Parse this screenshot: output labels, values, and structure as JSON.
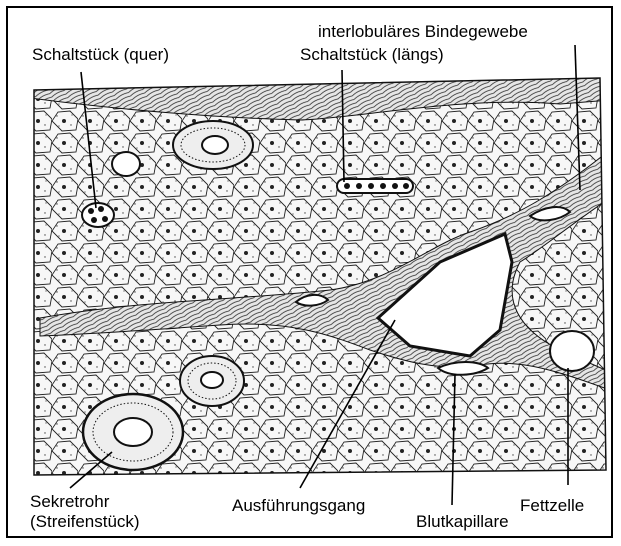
{
  "figure": {
    "labels": {
      "schaltstueck_quer": "Schaltstück (quer)",
      "interlobulaeres": "interlobuläres Bindegewebe",
      "schaltstueck_laengs": "Schaltstück (längs)",
      "sekretrohr_1": "Sekretrohr",
      "sekretrohr_2": "(Streifenstück)",
      "ausfuehrungsgang": "Ausführungsgang",
      "blutkapillare": "Blutkapillare",
      "fettzelle": "Fettzelle"
    },
    "colors": {
      "ink": "#000000",
      "paper": "#ffffff",
      "tissue": "#f4f4f4"
    }
  }
}
